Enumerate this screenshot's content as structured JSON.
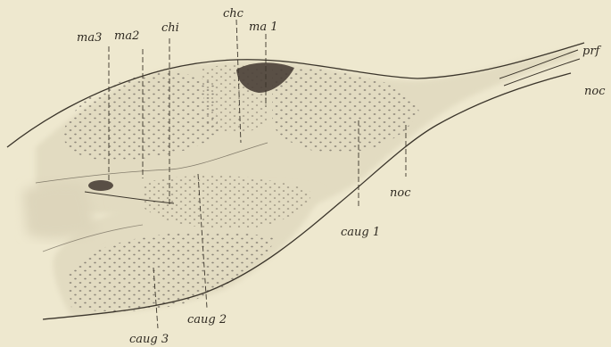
{
  "labels": {
    "ma3": "ma3",
    "ma2": "ma2",
    "chi": "chi",
    "chc": "chc",
    "ma1": "ma 1",
    "prf": "prf",
    "noc_right": "noc",
    "noc_inner": "noc",
    "caug1": "caug 1",
    "caug2": "caug 2",
    "caug3": "caug 3"
  },
  "colors": {
    "paper": "#eee8cf",
    "tissue": "#e3dcc2",
    "stipple": "#8c8579",
    "outline": "#3b352b",
    "dark_nucleus": "#4a3f37"
  }
}
